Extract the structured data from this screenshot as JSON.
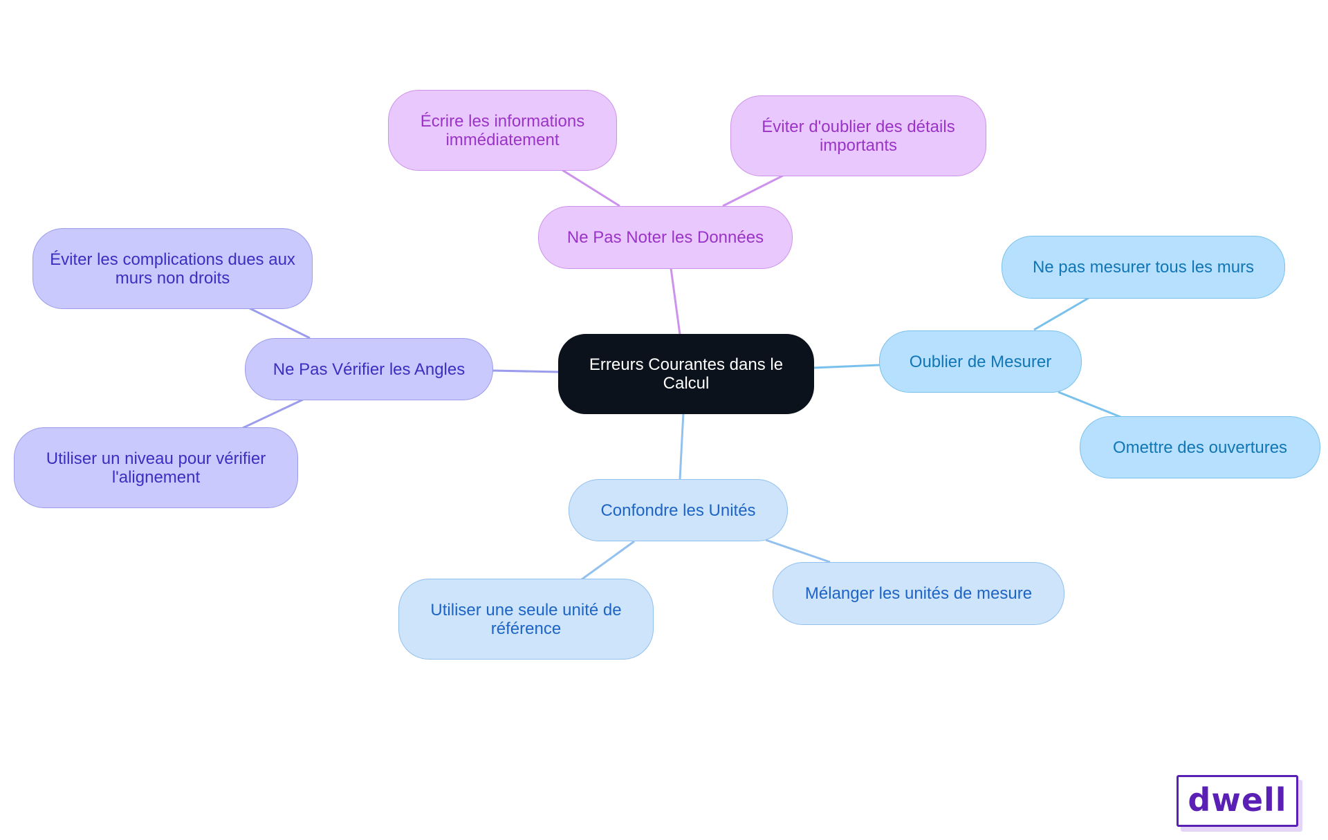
{
  "diagram": {
    "root": {
      "label": "Erreurs Courantes dans le Calcul"
    },
    "branches": {
      "donnees": {
        "label": "Ne Pas Noter les Données",
        "children": [
          "Écrire les informations immédiatement",
          "Éviter d'oublier des détails importants"
        ]
      },
      "angles": {
        "label": "Ne Pas Vérifier les Angles",
        "children": [
          "Éviter les complications dues aux murs non droits",
          "Utiliser un niveau pour vérifier l'alignement"
        ]
      },
      "mesurer": {
        "label": "Oublier de Mesurer",
        "children": [
          "Ne pas mesurer tous les murs",
          "Omettre des ouvertures"
        ]
      },
      "unites": {
        "label": "Confondre les Unités",
        "children": [
          "Utiliser une seule unité de référence",
          "Mélanger les unités de mesure"
        ]
      }
    },
    "colors": {
      "root": "#0c121c",
      "donnees": "#e9c9fd",
      "angles": "#c9c9fd",
      "mesurer": "#b6e0fd",
      "unites": "#cde4fb"
    }
  },
  "logo": {
    "text": "dwell"
  }
}
